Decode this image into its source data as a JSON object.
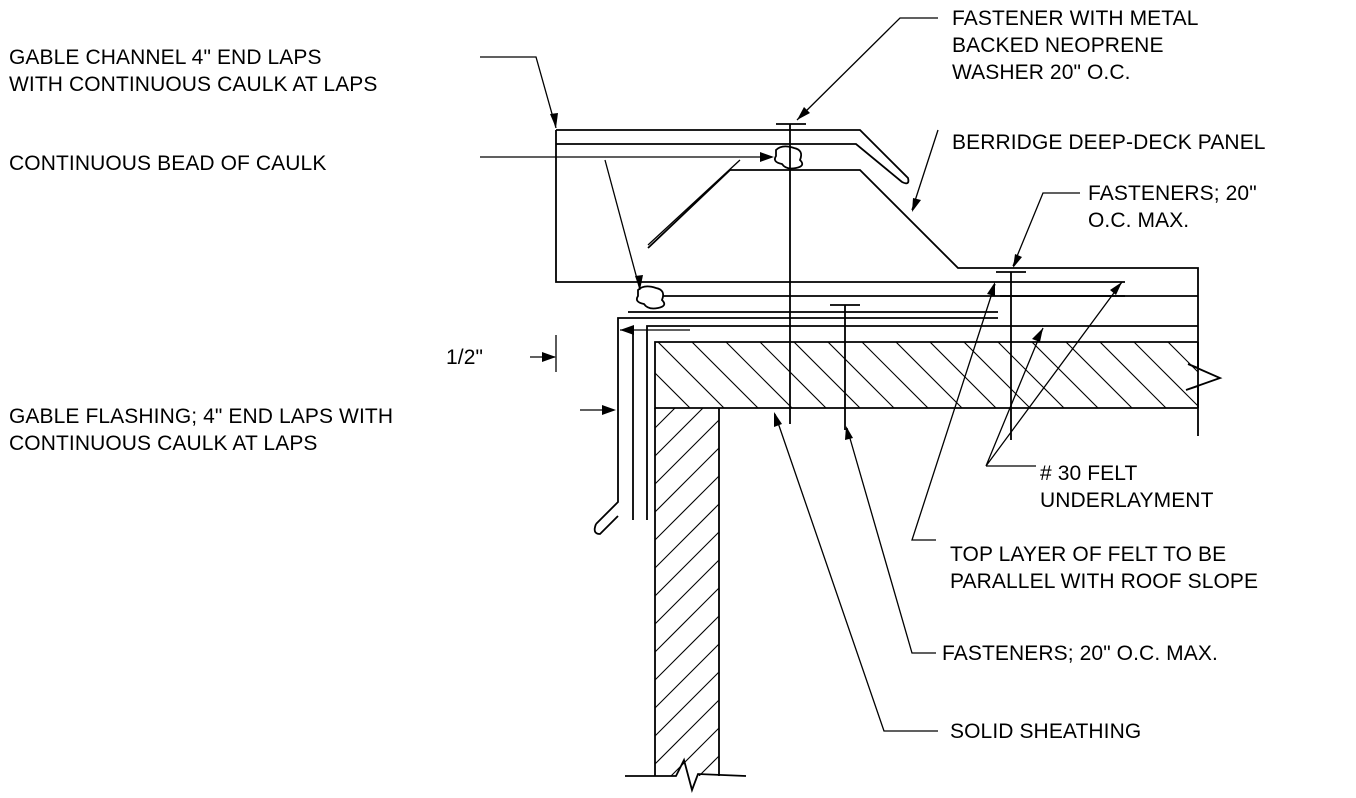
{
  "detail": {
    "callouts": {
      "gable_channel": [
        "GABLE CHANNEL 4\" END LAPS",
        "WITH CONTINUOUS CAULK AT LAPS"
      ],
      "continuous_bead": [
        "CONTINUOUS BEAD OF CAULK"
      ],
      "fastener_washer": [
        "FASTENER WITH METAL",
        "BACKED NEOPRENE",
        "WASHER 20\" O.C."
      ],
      "deck_panel": [
        "BERRIDGE DEEP-DECK PANEL"
      ],
      "fasteners_top": [
        "FASTENERS; 20\"",
        "O.C. MAX."
      ],
      "dimension": [
        "1/2\""
      ],
      "gable_flashing": [
        "GABLE FLASHING; 4\" END LAPS WITH",
        "CONTINUOUS CAULK AT LAPS"
      ],
      "felt": [
        "# 30 FELT",
        "UNDERLAYMENT"
      ],
      "top_felt": [
        "TOP LAYER OF FELT TO BE",
        "PARALLEL WITH ROOF SLOPE"
      ],
      "fasteners_bottom": [
        "FASTENERS; 20\" O.C. MAX."
      ],
      "sheathing": [
        "SOLID SHEATHING"
      ]
    }
  }
}
